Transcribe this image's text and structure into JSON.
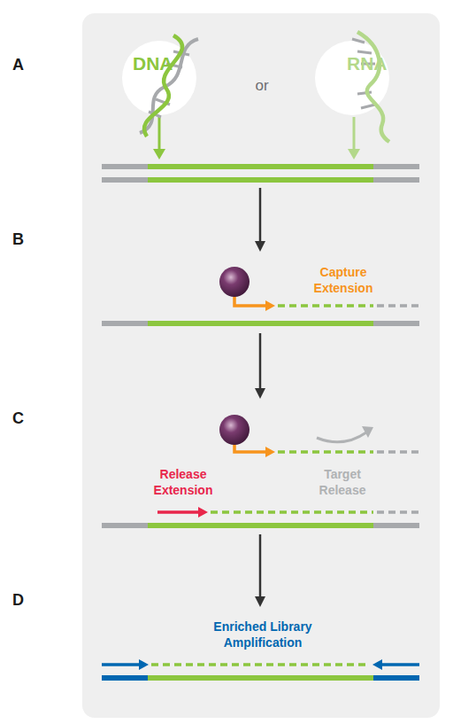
{
  "diagram": {
    "nodes": [
      {
        "text": [
          "DNA"
        ]
      },
      {
        "text": [
          "RNA"
        ]
      }
    ],
    "labels": [
      "A",
      "or",
      "B",
      "Capture Extension",
      "C",
      "Release Extension",
      "Target Release",
      "D",
      "Enriched Library Amplification"
    ]
  }
}
